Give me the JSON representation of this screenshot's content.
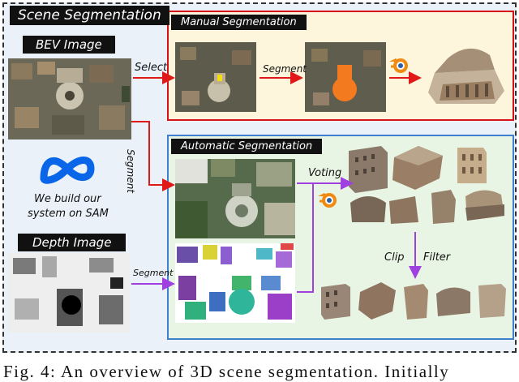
{
  "labels": {
    "scene": "Scene Segmentation",
    "bev": "BEV Image",
    "depth": "Depth Image",
    "manual": "Manual Segmentation",
    "automatic": "Automatic Segmentation"
  },
  "edges": {
    "select": "Select",
    "segment_manual": "Segment",
    "segment_bev": "Segment",
    "segment_depth": "Segment",
    "voting": "Voting",
    "clip": "Clip",
    "filter": "Filter"
  },
  "sam_note": [
    "We build our",
    "system on SAM"
  ],
  "caption": "Fig. 4: An overview of 3D scene segmentation. Initially",
  "colors": {
    "manual_border": "#d8101a",
    "auto_border": "#3f7fcf",
    "red_arrow": "#e01818",
    "purple_arrow": "#a040e0",
    "meta_blue": "#0a66e8",
    "blender_orange": "#f08a10"
  },
  "icons": [
    "meta-logo-icon",
    "blender-icon"
  ]
}
